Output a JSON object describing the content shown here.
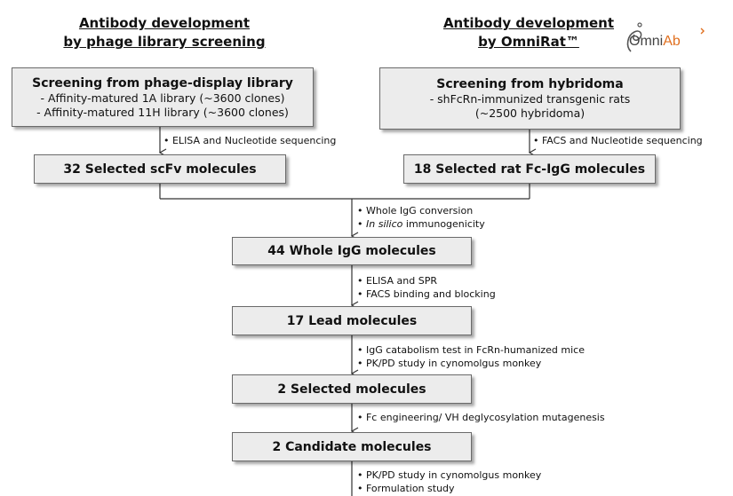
{
  "headers": {
    "left": [
      "Antibody development",
      "by phage library screening"
    ],
    "right": [
      "Antibody development",
      "by OmniRat™"
    ]
  },
  "logo": {
    "prefix": "Omni",
    "suffix": "Ab"
  },
  "boxes": {
    "phage": {
      "title": "Screening from phage-display library",
      "lines": [
        "- Affinity-matured 1A library (~3600 clones)",
        "- Affinity-matured 11H library (~3600 clones)"
      ]
    },
    "hybridoma": {
      "title": "Screening from hybridoma",
      "lines": [
        "- shFcRn-immunized transgenic rats",
        "(~2500 hybridoma)"
      ]
    },
    "scfv": "32 Selected scFv molecules",
    "rat": "18 Selected rat Fc-IgG molecules",
    "whole_igg": "44 Whole IgG molecules",
    "lead": "17 Lead molecules",
    "selected": "2 Selected molecules",
    "candidate": "2 Candidate molecules"
  },
  "notes": {
    "phage_step": "• ELISA and Nucleotide sequencing",
    "hybridoma_step": "• FACS and Nucleotide sequencing",
    "igg_step": [
      "• Whole IgG conversion",
      "• ",
      "In silico",
      " immunogenicity"
    ],
    "lead_step": [
      "• ELISA and SPR",
      "• FACS binding and blocking"
    ],
    "selected_step": [
      "• IgG catabolism test in FcRn-humanized mice",
      "• PK/PD study in cynomolgus monkey"
    ],
    "candidate_step": "• Fc engineering/ VH deglycosylation mutagenesis",
    "final_step": [
      "• PK/PD study in cynomolgus monkey",
      "• Formulation study"
    ]
  },
  "colors": {
    "box_fill": "#ececec",
    "box_border": "#6a6a6a",
    "line": "#333333",
    "logo_accent": "#e07020"
  }
}
